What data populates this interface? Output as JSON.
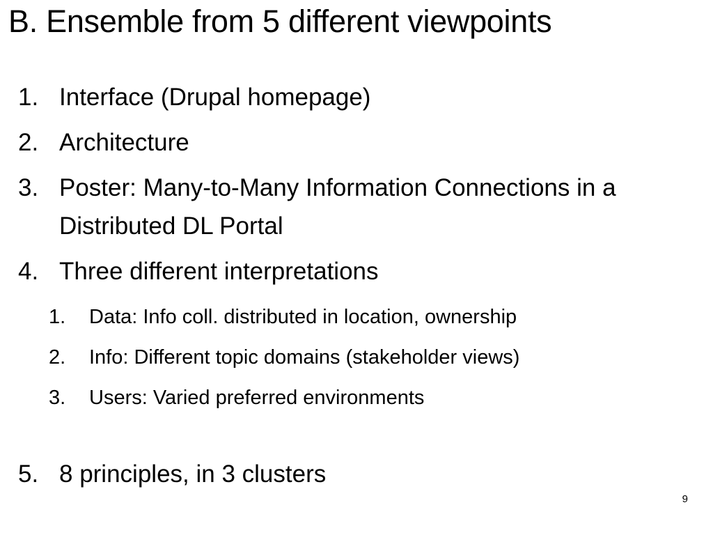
{
  "slide": {
    "title": "B. Ensemble from 5 different viewpoints",
    "page_number": "9",
    "background_color": "#ffffff",
    "text_color": "#000000",
    "items": [
      {
        "marker": "1.",
        "text": "Interface (Drupal homepage)"
      },
      {
        "marker": "2.",
        "text": "Architecture"
      },
      {
        "marker": "3.",
        "text": "Poster: Many-to-Many Information Connections in a Distributed DL Portal"
      },
      {
        "marker": "4.",
        "text": "Three different interpretations",
        "subitems": [
          {
            "marker": "1.",
            "text": "Data: Info coll. distributed in location, ownership"
          },
          {
            "marker": "2.",
            "text": "Info: Different topic domains (stakeholder views)"
          },
          {
            "marker": "3.",
            "text": "Users: Varied preferred environments"
          }
        ]
      },
      {
        "marker": "5.",
        "text": "8 principles, in 3 clusters"
      }
    ]
  }
}
